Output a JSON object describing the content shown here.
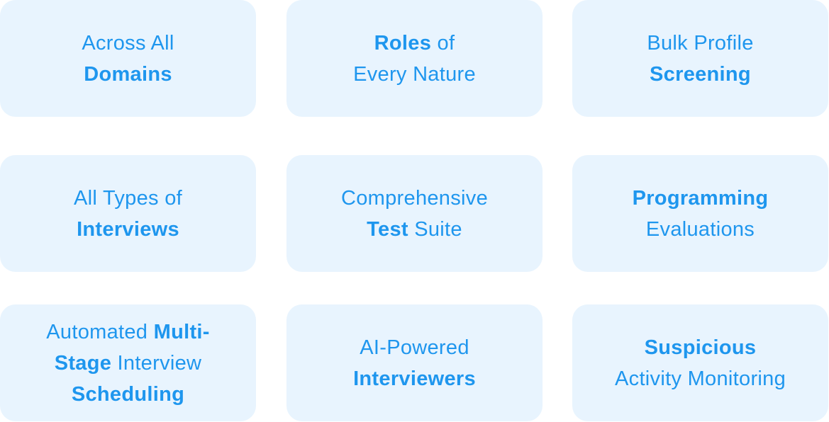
{
  "theme": {
    "card_bg": "#e8f4fe",
    "text": "#1e96ee"
  },
  "cards": [
    {
      "name": "across-all-domains",
      "lines": [
        [
          {
            "t": "Across All",
            "b": false
          }
        ],
        [
          {
            "t": "Domains",
            "b": true
          }
        ]
      ]
    },
    {
      "name": "roles-of-every-nature",
      "lines": [
        [
          {
            "t": "Roles",
            "b": true
          },
          {
            "t": " of",
            "b": false
          }
        ],
        [
          {
            "t": "Every Nature",
            "b": false
          }
        ]
      ]
    },
    {
      "name": "bulk-profile-screening",
      "lines": [
        [
          {
            "t": "Bulk Profile",
            "b": false
          }
        ],
        [
          {
            "t": "Screening",
            "b": true
          }
        ]
      ]
    },
    {
      "name": "all-types-of-interviews",
      "lines": [
        [
          {
            "t": "All Types of",
            "b": false
          }
        ],
        [
          {
            "t": "Interviews",
            "b": true
          }
        ]
      ]
    },
    {
      "name": "comprehensive-test-suite",
      "lines": [
        [
          {
            "t": "Comprehensive",
            "b": false
          }
        ],
        [
          {
            "t": "Test",
            "b": true
          },
          {
            "t": " Suite",
            "b": false
          }
        ]
      ]
    },
    {
      "name": "programming-evaluations",
      "lines": [
        [
          {
            "t": "Programming",
            "b": true
          }
        ],
        [
          {
            "t": "Evaluations",
            "b": false
          }
        ]
      ]
    },
    {
      "name": "automated-multi-stage-interview-scheduling",
      "lines": [
        [
          {
            "t": "Automated ",
            "b": false
          },
          {
            "t": "Multi-",
            "b": true
          }
        ],
        [
          {
            "t": "Stage",
            "b": true
          },
          {
            "t": " Interview",
            "b": false
          }
        ],
        [
          {
            "t": "Scheduling",
            "b": true
          }
        ]
      ]
    },
    {
      "name": "ai-powered-interviewers",
      "lines": [
        [
          {
            "t": "AI-Powered",
            "b": false
          }
        ],
        [
          {
            "t": "Interviewers",
            "b": true
          }
        ]
      ]
    },
    {
      "name": "suspicious-activity-monitoring",
      "lines": [
        [
          {
            "t": "Suspicious",
            "b": true
          }
        ],
        [
          {
            "t": "Activity Monitoring",
            "b": false
          }
        ]
      ]
    }
  ]
}
